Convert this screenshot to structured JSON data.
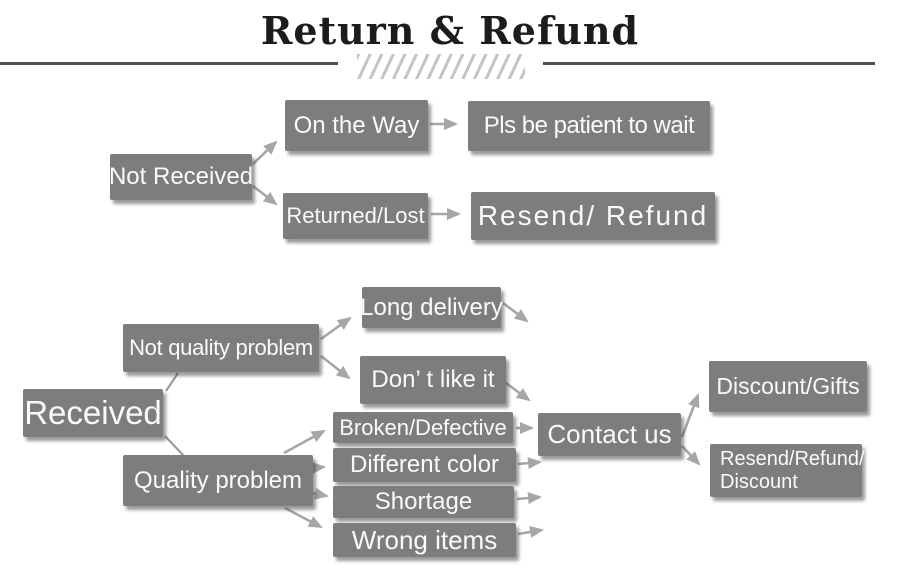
{
  "title": "Return & Refund",
  "flow": {
    "not_received": "Not Received",
    "on_the_way": "On the Way",
    "pls_be_patient": "Pls be patient to wait",
    "returned_lost": "Returned/Lost",
    "resend_refund": "Resend/ Refund",
    "received": "Received",
    "not_quality_problem": "Not quality problem",
    "quality_problem": "Quality problem",
    "long_delivery": "Long delivery",
    "dont_like_it": "Don’ t like it",
    "broken_defective": "Broken/Defective",
    "different_color": "Different color",
    "shortage": "Shortage",
    "wrong_items": "Wrong items",
    "contact_us": "Contact us",
    "discount_gifts": "Discount/Gifts",
    "resend_refund_discount": "Resend/Refund/\nDiscount"
  },
  "colors": {
    "background": "#ffffff",
    "box": "#7d7d7d",
    "ink": "#fafafa",
    "arrow": "#a6a6a6",
    "line": "#9b9b9b",
    "title_ink": "#1c1c1c",
    "divider": "#4f4f4f",
    "hatch": "#c4c4c4"
  }
}
